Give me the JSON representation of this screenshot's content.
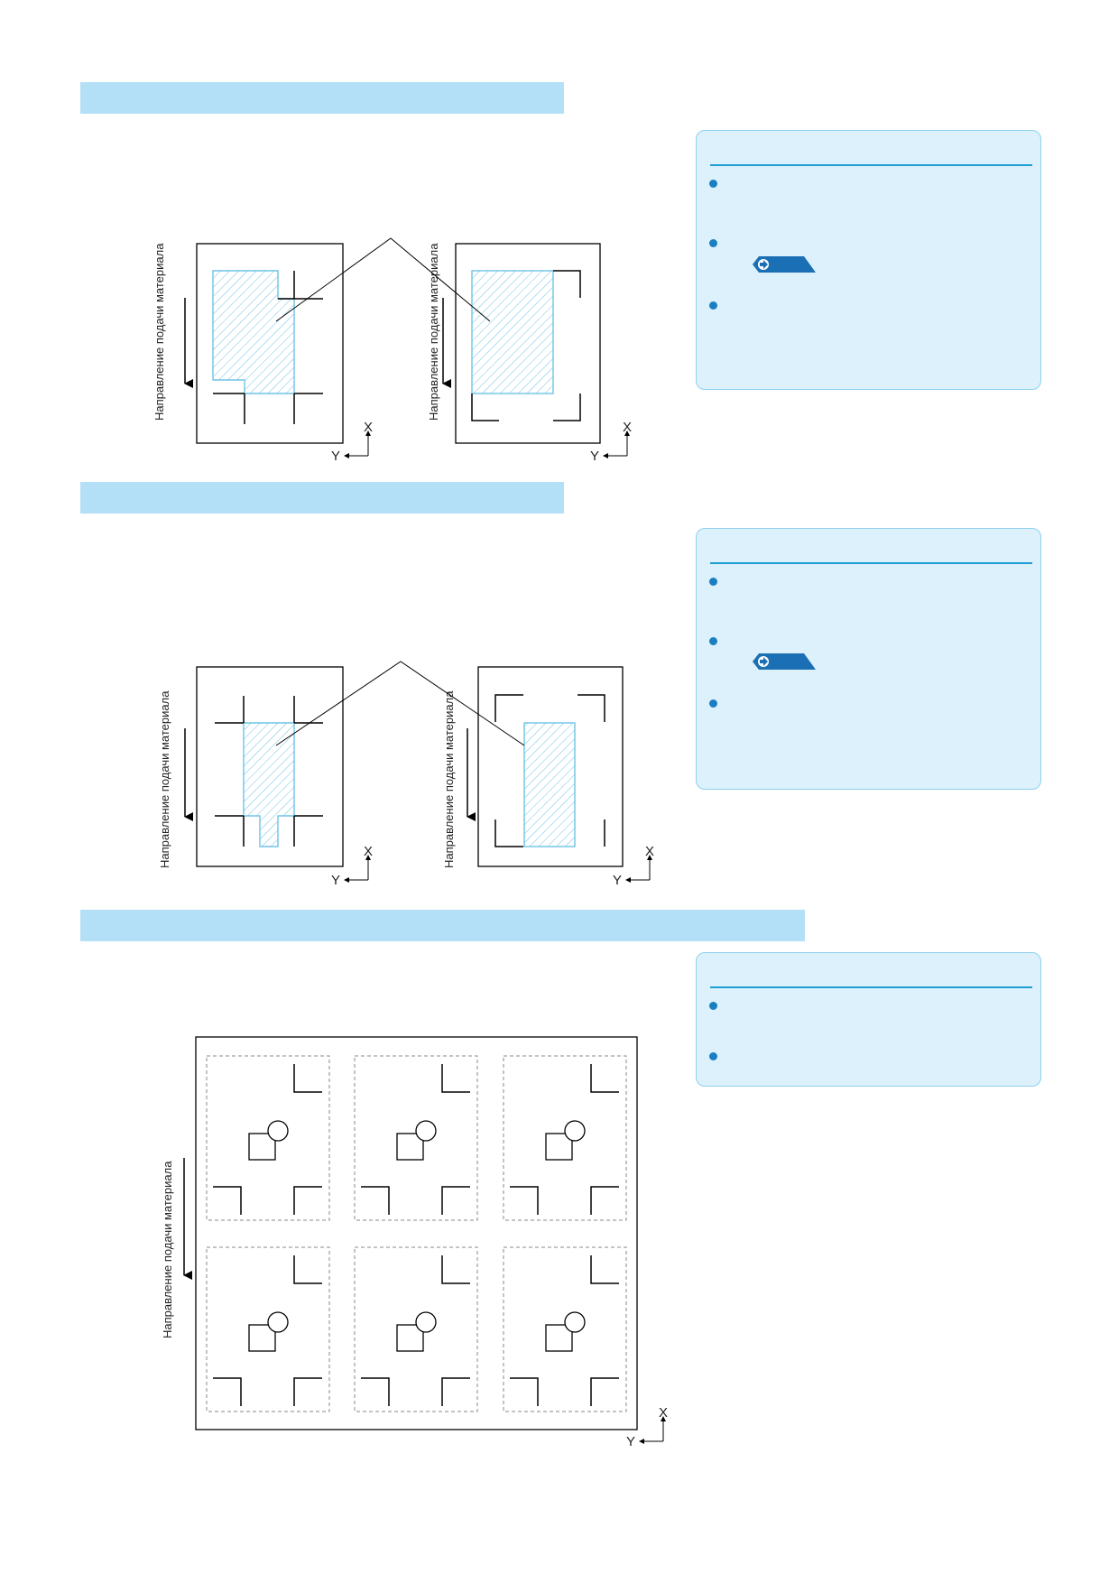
{
  "figures": {
    "feed_direction_label": "Направление подачи материала",
    "axis_x": "X",
    "axis_y": "Y"
  },
  "colors": {
    "section_bar": "#b3e0f7",
    "note_background": "#dcf1fb",
    "note_rule": "#1e9ed4",
    "bullet": "#1a7fc1",
    "hatch": "#6ec3e6"
  },
  "icons": {
    "reference_tab": "arrow-right-icon",
    "bullet": "bullet-dot-icon"
  }
}
